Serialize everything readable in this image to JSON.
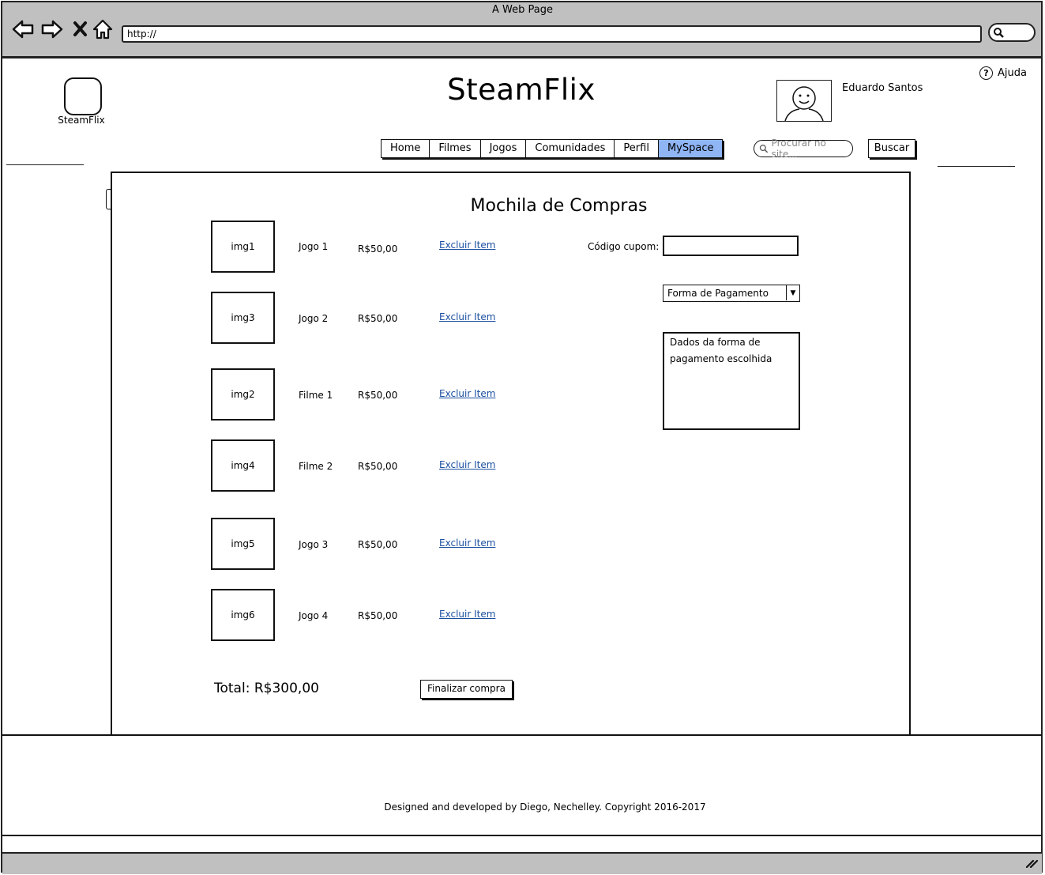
{
  "browser": {
    "window_title": "A Web Page",
    "url": "http://"
  },
  "header": {
    "logo_label": "SteamFlix",
    "site_title": "SteamFlix",
    "user_name": "Eduardo Santos",
    "help_label": "Ajuda",
    "help_icon": "?"
  },
  "nav": {
    "tabs": [
      {
        "label": "Home"
      },
      {
        "label": "Filmes"
      },
      {
        "label": "Jogos"
      },
      {
        "label": "Comunidades"
      },
      {
        "label": "Perfil"
      },
      {
        "label": "MySpace",
        "active": true
      }
    ],
    "search_placeholder": "Procurar no site...",
    "search_button": "Buscar"
  },
  "cart": {
    "title": "Mochila de Compras",
    "items": [
      {
        "image": "img1",
        "name": "Jogo 1",
        "price": "R$50,00",
        "remove": "Excluir Item"
      },
      {
        "image": "img3",
        "name": "Jogo 2",
        "price": "R$50,00",
        "remove": "Excluir Item"
      },
      {
        "image": "img2",
        "name": "Filme 1",
        "price": "R$50,00",
        "remove": "Excluir Item"
      },
      {
        "image": "img4",
        "name": "Filme 2",
        "price": "R$50,00",
        "remove": "Excluir Item"
      },
      {
        "image": "img5",
        "name": "Jogo 3",
        "price": "R$50,00",
        "remove": "Excluir Item"
      },
      {
        "image": "img6",
        "name": "Jogo 4",
        "price": "R$50,00",
        "remove": "Excluir Item"
      }
    ],
    "total": "Total: R$300,00",
    "finalize_button": "Finalizar compra"
  },
  "checkout": {
    "coupon_label": "Código cupom:",
    "coupon_value": "",
    "payment_select": "Forma de Pagamento",
    "payment_details": "Dados da forma de pagamento escolhida"
  },
  "footer": {
    "text": "Designed and developed by Diego, Nechelley. Copyright 2016-2017"
  }
}
